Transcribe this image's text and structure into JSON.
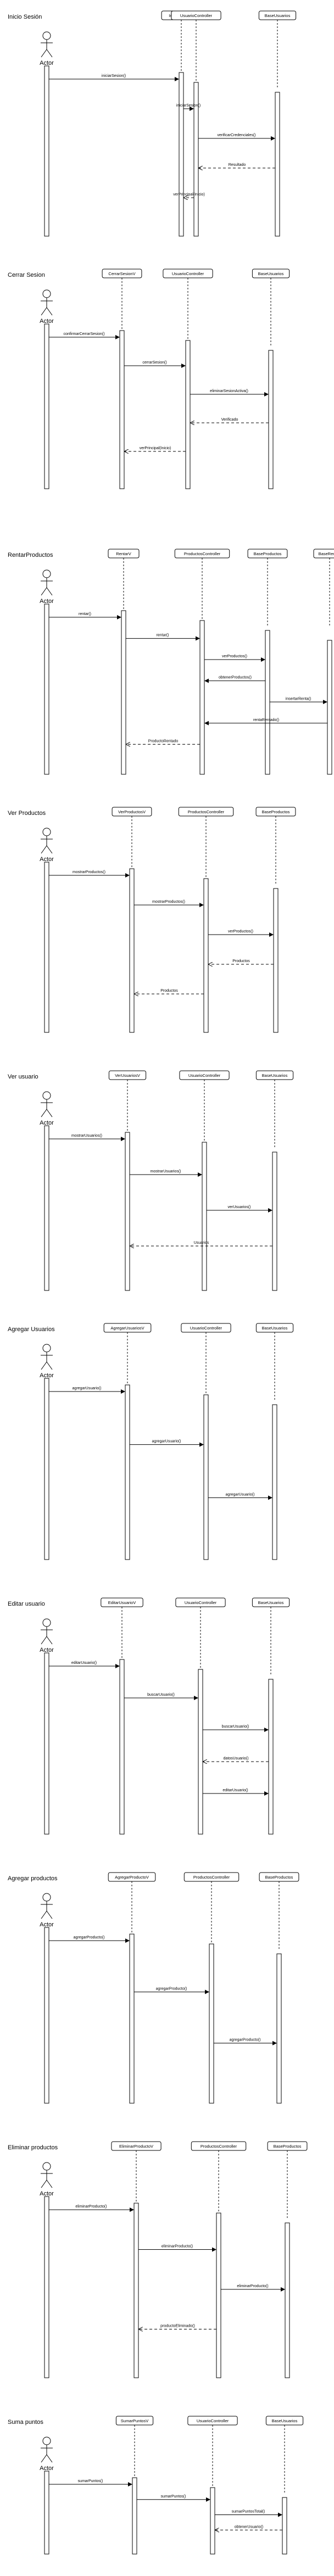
{
  "document": {
    "sections": [
      {
        "title": "Inicio Sesión",
        "actor": "Actor",
        "participants": [
          "InicioSesionV",
          "UsuarioController",
          "BaseUsuarios"
        ],
        "messages": [
          {
            "from": 0,
            "to": 1,
            "text": "iniciarSesion()",
            "dashed": false
          },
          {
            "from": 1,
            "to": 2,
            "text": "iniciarSesion()",
            "dashed": false
          },
          {
            "from": 2,
            "to": 3,
            "text": "verificarCredenciales()",
            "dashed": false
          },
          {
            "from": 3,
            "to": 2,
            "text": "Resultado",
            "dashed": true
          },
          {
            "from": 2,
            "to": 1,
            "text": "verPrincipal(Inicio)",
            "dashed": true
          }
        ]
      },
      {
        "title": "Cerrar Sesion",
        "actor": "Actor",
        "participants": [
          "CerrarSesionV",
          "UsuarioController",
          "BaseUsuarios"
        ],
        "messages": [
          {
            "from": 0,
            "to": 1,
            "text": "confirmarCerrarSesion()",
            "dashed": false
          },
          {
            "from": 1,
            "to": 2,
            "text": "cerrarSesion()",
            "dashed": false
          },
          {
            "from": 2,
            "to": 3,
            "text": "eliminarSesionActiva()",
            "dashed": false
          },
          {
            "from": 3,
            "to": 2,
            "text": "Verificado",
            "dashed": true
          },
          {
            "from": 2,
            "to": 1,
            "text": "verPrincipal(Inicio)",
            "dashed": true
          }
        ]
      },
      {
        "title": "RentarProductos",
        "actor": "Actor",
        "participants": [
          "RentarV",
          "ProductosController",
          "BaseProductos",
          "BaseRentas"
        ],
        "messages": [
          {
            "from": 0,
            "to": 1,
            "text": "rentar()",
            "dashed": false
          },
          {
            "from": 1,
            "to": 2,
            "text": "rentar()",
            "dashed": false
          },
          {
            "from": 2,
            "to": 3,
            "text": "verProductos()",
            "dashed": false
          },
          {
            "from": 3,
            "to": 2,
            "text": "obtenerProductos()",
            "dashed": false
          },
          {
            "from": 3,
            "to": 4,
            "text": "insertarRenta()",
            "dashed": false
          },
          {
            "from": 4,
            "to": 2,
            "text": "rentaRentado()",
            "dashed": false
          },
          {
            "from": 2,
            "to": 1,
            "text": "ProductoRentado",
            "dashed": true
          }
        ]
      },
      {
        "title": "Ver Productos",
        "actor": "Actor",
        "participants": [
          "VerProductosV",
          "ProductosController",
          "BaseProductos"
        ],
        "messages": [
          {
            "from": 0,
            "to": 1,
            "text": "mostrarProductos()",
            "dashed": false
          },
          {
            "from": 1,
            "to": 2,
            "text": "mostrarProductos()",
            "dashed": false
          },
          {
            "from": 2,
            "to": 3,
            "text": "verProductos()",
            "dashed": false
          },
          {
            "from": 3,
            "to": 2,
            "text": "Productos",
            "dashed": true
          },
          {
            "from": 2,
            "to": 1,
            "text": "Productos",
            "dashed": true
          }
        ]
      },
      {
        "title": "Ver usuario",
        "actor": "Actor",
        "participants": [
          "VerUsuariosV",
          "UsuarioController",
          "BaseUsuarios"
        ],
        "messages": [
          {
            "from": 0,
            "to": 1,
            "text": "mostrarUsuarios()",
            "dashed": false
          },
          {
            "from": 1,
            "to": 2,
            "text": "mostrarUsuarios()",
            "dashed": false
          },
          {
            "from": 2,
            "to": 3,
            "text": "verUsuarios()",
            "dashed": false
          },
          {
            "from": 3,
            "to": 1,
            "text": "Usuarios",
            "dashed": true
          }
        ]
      },
      {
        "title": "Agregar Usuarios",
        "actor": "Actor",
        "participants": [
          "AgregarUsuariosV",
          "UsuarioController",
          "BaseUsuarios"
        ],
        "messages": [
          {
            "from": 0,
            "to": 1,
            "text": "agregarUsuario()",
            "dashed": false
          },
          {
            "from": 1,
            "to": 2,
            "text": "agregarUsuario()",
            "dashed": false
          },
          {
            "from": 2,
            "to": 3,
            "text": "agregarUsuario()",
            "dashed": false
          }
        ]
      },
      {
        "title": "Editar usuario",
        "actor": "Actor",
        "participants": [
          "EditarUsuarioV",
          "UsuarioController",
          "BaseUsuarios"
        ],
        "messages": [
          {
            "from": 0,
            "to": 1,
            "text": "editarUsuario()",
            "dashed": false
          },
          {
            "from": 1,
            "to": 2,
            "text": "buscarUsuario()",
            "dashed": false
          },
          {
            "from": 2,
            "to": 3,
            "text": "buscarUsuario()",
            "dashed": false
          },
          {
            "from": 3,
            "to": 2,
            "text": "datosUsuario()",
            "dashed": true
          },
          {
            "from": 2,
            "to": 3,
            "text": "editarUsuario()",
            "dashed": false
          }
        ]
      },
      {
        "title": "Agregar productos",
        "actor": "Actor",
        "participants": [
          "AgregarProductoV",
          "ProductosController",
          "BaseProductos"
        ],
        "messages": [
          {
            "from": 0,
            "to": 1,
            "text": "agregarProducto()",
            "dashed": false
          },
          {
            "from": 1,
            "to": 2,
            "text": "agregarProducto()",
            "dashed": false
          },
          {
            "from": 2,
            "to": 3,
            "text": "agregarProducto()",
            "dashed": false
          }
        ]
      },
      {
        "title": "Eliminar productos",
        "actor": "Actor",
        "participants": [
          "EliminarProductoV",
          "ProductosController",
          "BaseProductos"
        ],
        "messages": [
          {
            "from": 0,
            "to": 1,
            "text": "eliminarProducto()",
            "dashed": false
          },
          {
            "from": 1,
            "to": 2,
            "text": "eliminarProducto()",
            "dashed": false
          },
          {
            "from": 2,
            "to": 3,
            "text": "eliminarProducto()",
            "dashed": false
          },
          {
            "from": 2,
            "to": 1,
            "text": "productoEliminado()",
            "dashed": true
          }
        ]
      },
      {
        "title": "Suma puntos",
        "actor": "Actor",
        "participants": [
          "SumarPuntosV",
          "UsuarioController",
          "BaseUsuarios"
        ],
        "messages": [
          {
            "from": 0,
            "to": 1,
            "text": "sumarPuntos()",
            "dashed": false
          },
          {
            "from": 1,
            "to": 2,
            "text": "sumarPuntos()",
            "dashed": false
          },
          {
            "from": 2,
            "to": 3,
            "text": "sumarPuntosTotal()",
            "dashed": false
          },
          {
            "from": 3,
            "to": 2,
            "text": "obtenerUsuario()",
            "dashed": true
          }
        ]
      }
    ]
  }
}
